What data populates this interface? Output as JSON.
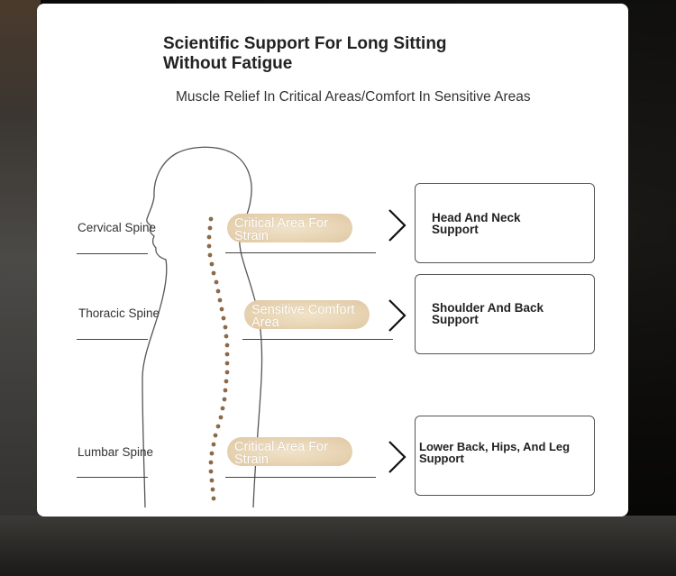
{
  "header": {
    "title": "Scientific Support For Long Sitting Without Fatigue",
    "subtitle": "Muscle Relief In Critical Areas/Comfort In Sensitive Areas"
  },
  "spine": {
    "cervical": "Cervical Spine",
    "thoracic": "Thoracic Spine",
    "lumbar": "Lumbar Spine"
  },
  "areas": {
    "cervical": "Critical Area For Strain",
    "thoracic": "Sensitive Comfort Area",
    "lumbar": "Critical Area For Strain"
  },
  "supports": {
    "cervical": "Head And Neck Support",
    "thoracic": "Shoulder And Back Support",
    "lumbar": "Lower Back, Hips, And Leg Support"
  },
  "colors": {
    "spine_dots": "#8b6a4a",
    "pill": "#e8d5b5",
    "outline": "#555555"
  },
  "icons": [
    "chevron-right-icon"
  ]
}
